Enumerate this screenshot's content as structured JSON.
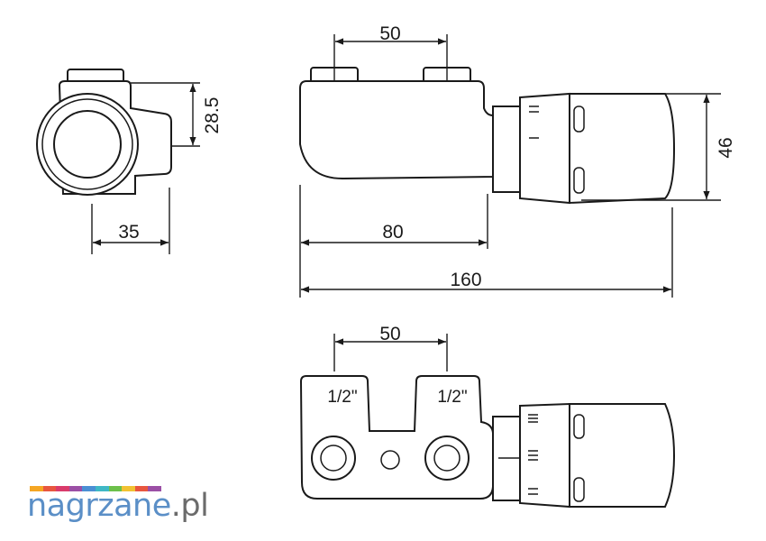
{
  "dimensions": {
    "side_width": "35",
    "side_height": "28.5",
    "pipe_spacing_top": "50",
    "body_length": "80",
    "total_length": "160",
    "head_diameter": "46",
    "pipe_spacing_bottom": "50"
  },
  "thread_labels": {
    "left": "1/2\"",
    "right": "1/2\""
  },
  "logo": {
    "text_main": "nagrzane",
    "text_dot": ".",
    "text_tld": "pl",
    "main_color": "#5b8fc7",
    "accent_color": "#6b6b6b",
    "stripe_colors": [
      "#f5a623",
      "#e8563f",
      "#d93b6b",
      "#9b4fa5",
      "#4a8fd4",
      "#3fb8c5",
      "#6cc04a",
      "#f2c232",
      "#e8563f",
      "#9b4fa5"
    ]
  }
}
